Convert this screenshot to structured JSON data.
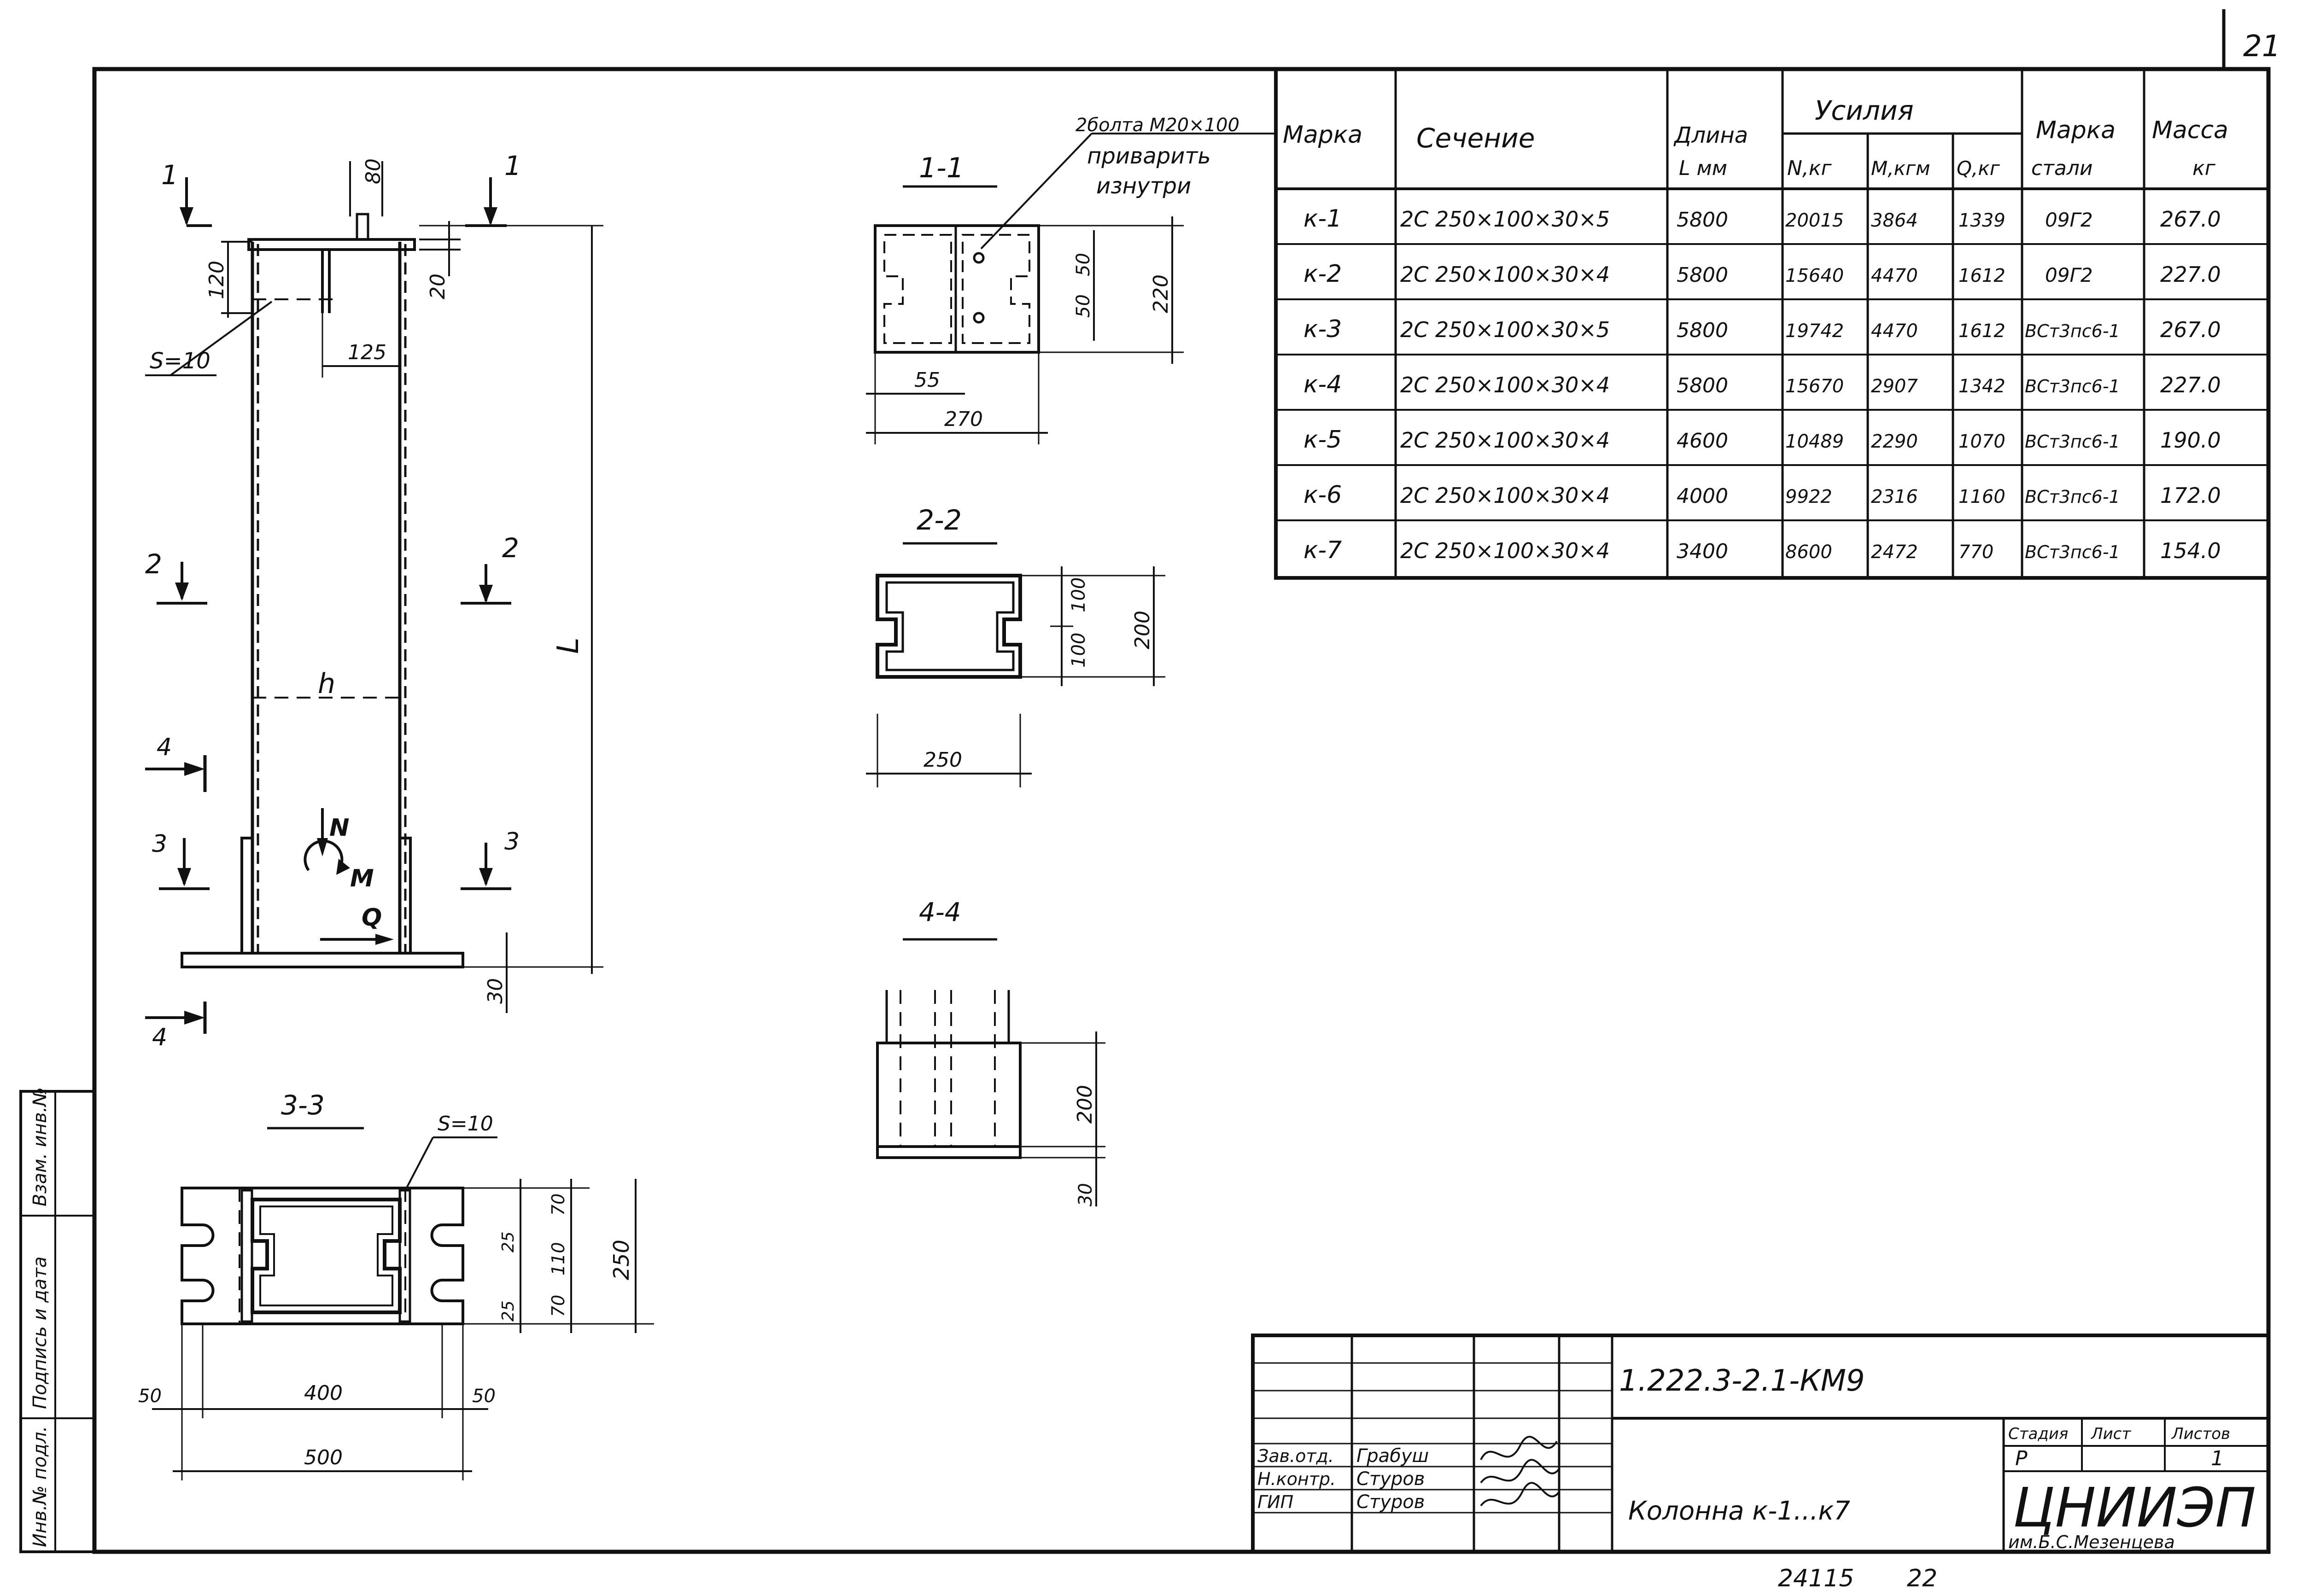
{
  "sheet_number": "21",
  "footer": {
    "inventory": "24115",
    "format": "22"
  },
  "spec_table": {
    "headers": {
      "mark": "Марка",
      "section": "Сечение",
      "length": "Длина",
      "length_unit": "L мм",
      "forces": "Усилия",
      "n": "N,кг",
      "m": "M,кгм",
      "q": "Q,кг",
      "steel": "Марка",
      "steel_sub": "стали",
      "mass": "Масса",
      "mass_unit": "кг"
    },
    "rows": [
      {
        "mark": "к-1",
        "section": "2С 250×100×30×5",
        "length": "5800",
        "n": "20015",
        "m": "3864",
        "q": "1339",
        "steel": "09Г2",
        "mass": "267.0"
      },
      {
        "mark": "к-2",
        "section": "2С 250×100×30×4",
        "length": "5800",
        "n": "15640",
        "m": "4470",
        "q": "1612",
        "steel": "09Г2",
        "mass": "227.0"
      },
      {
        "mark": "к-3",
        "section": "2С 250×100×30×5",
        "length": "5800",
        "n": "19742",
        "m": "4470",
        "q": "1612",
        "steel": "ВСт3пс6-1",
        "mass": "267.0"
      },
      {
        "mark": "к-4",
        "section": "2С 250×100×30×4",
        "length": "5800",
        "n": "15670",
        "m": "2907",
        "q": "1342",
        "steel": "ВСт3пс6-1",
        "mass": "227.0"
      },
      {
        "mark": "к-5",
        "section": "2С 250×100×30×4",
        "length": "4600",
        "n": "10489",
        "m": "2290",
        "q": "1070",
        "steel": "ВСт3пс6-1",
        "mass": "190.0"
      },
      {
        "mark": "к-6",
        "section": "2С 250×100×30×4",
        "length": "4000",
        "n": "9922",
        "m": "2316",
        "q": "1160",
        "steel": "ВСт3пс6-1",
        "mass": "172.0"
      },
      {
        "mark": "к-7",
        "section": "2С 250×100×30×4",
        "length": "3400",
        "n": "8600",
        "m": "2472",
        "q": "770",
        "steel": "ВСт3пс6-1",
        "mass": "154.0"
      }
    ]
  },
  "column_elevation": {
    "cut_marks": [
      "1",
      "1",
      "2",
      "2",
      "4",
      "4",
      "3",
      "3"
    ],
    "dim_top": "80",
    "dim_120": "120",
    "dim_20": "20",
    "dim_125": "125",
    "plate_note": "S=10",
    "height_label": "h",
    "length_label": "L",
    "load_n": "N",
    "load_m": "M",
    "load_q": "Q",
    "dim_30": "30"
  },
  "section_1_1": {
    "title": "1-1",
    "note_lines": [
      "2болта М20×100",
      "приварить",
      "изнутри"
    ],
    "dim_220": "220",
    "dim_50a": "50",
    "dim_50b": "50",
    "dim_55": "55",
    "dim_270": "270"
  },
  "section_2_2": {
    "title": "2-2",
    "dim_100a": "100",
    "dim_100b": "100",
    "dim_200": "200",
    "dim_250": "250"
  },
  "section_4_4": {
    "title": "4-4",
    "dim_200": "200",
    "dim_30": "30"
  },
  "section_3_3": {
    "title": "3-3",
    "plate_note": "S=10",
    "dim_70a": "70",
    "dim_110": "110",
    "dim_70b": "70",
    "dim_25a": "25",
    "dim_25b": "25",
    "dim_250": "250",
    "dim_50a": "50",
    "dim_400": "400",
    "dim_50b": "50",
    "dim_500": "500"
  },
  "left_strip": [
    "Инв.№ подл.",
    "Подпись и дата",
    "Взам. инв.№"
  ],
  "title_block": {
    "code": "1.222.3-2.1-КМ9",
    "roles": [
      "Зав.отд.",
      "Н.контр.",
      "ГИП"
    ],
    "names": [
      "Грабуш",
      "Стуров",
      "Стуров"
    ],
    "stage_header": "Стадия",
    "sheet_header": "Лист",
    "sheets_header": "Листов",
    "stage": "Р",
    "sheets": "1",
    "drawing_title": "Колонна к-1...к7",
    "org": "ЦНИИЭП",
    "org_sub": "им.Б.С.Мезенцева"
  }
}
